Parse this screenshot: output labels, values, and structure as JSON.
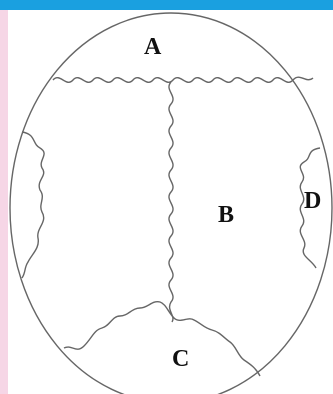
{
  "diagram": {
    "labels": {
      "a": "A",
      "b": "B",
      "c": "C",
      "d": "D"
    },
    "colors": {
      "top_bar": "#1aa0e0",
      "side_bar": "#f6d6e6",
      "outline": "#666666",
      "label": "#111111"
    }
  }
}
